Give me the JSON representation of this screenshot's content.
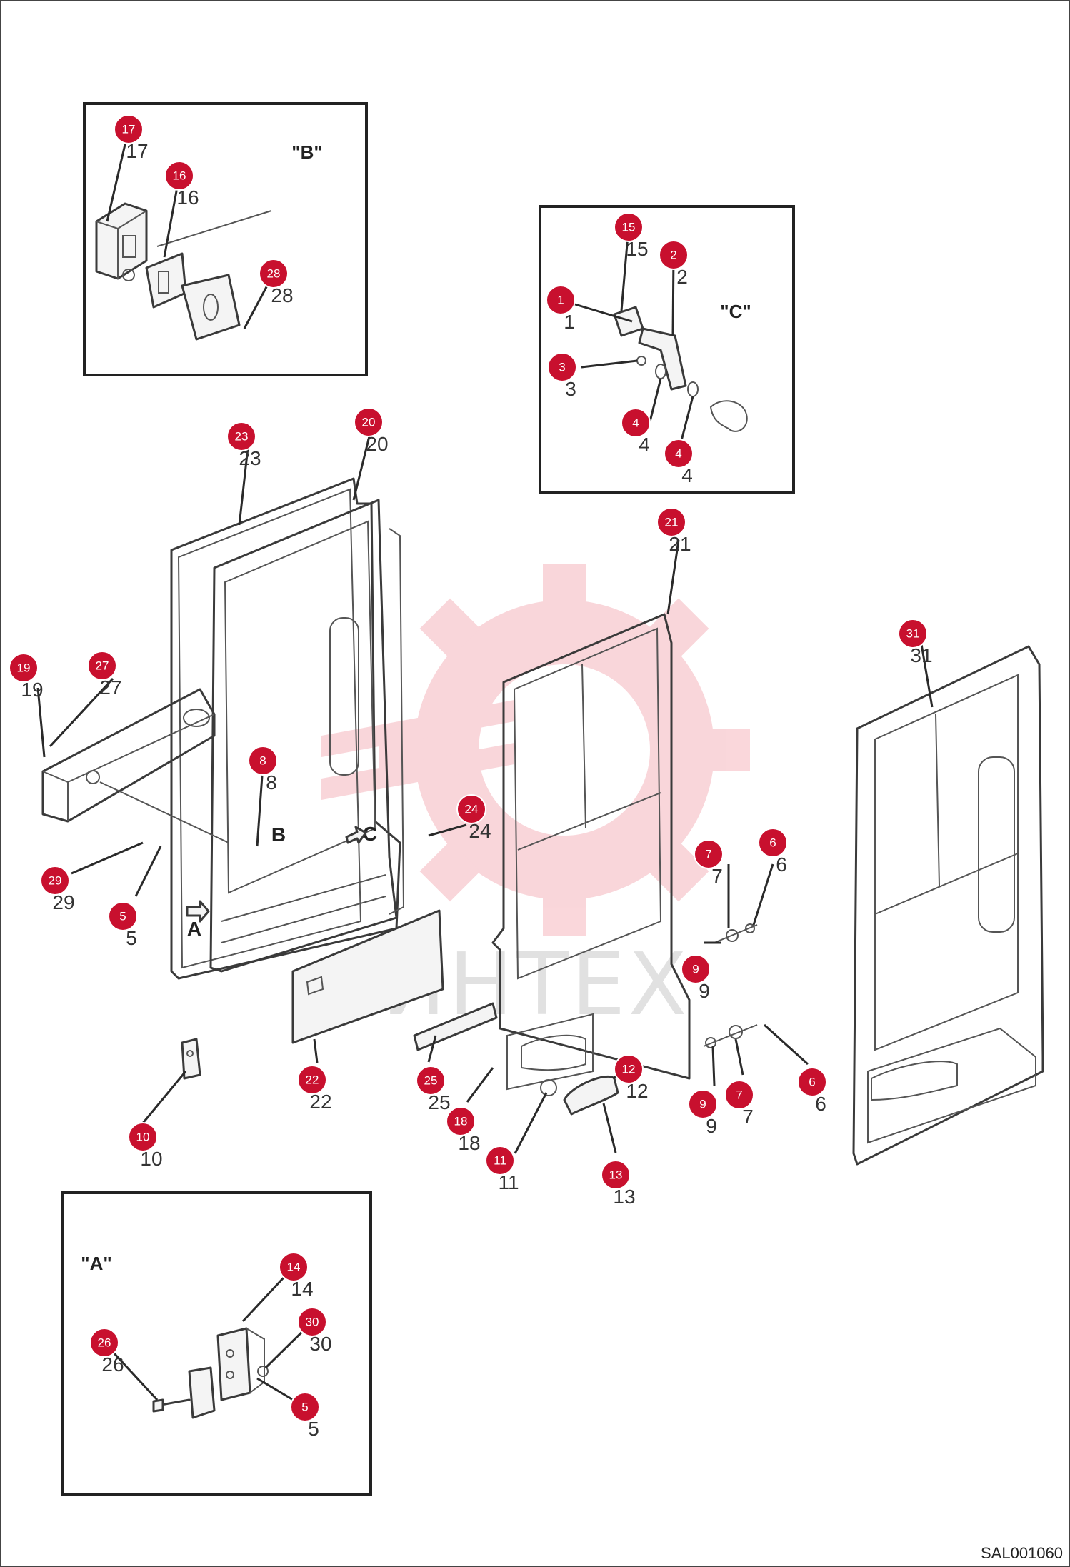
{
  "drawing": {
    "code": "SAL001060",
    "watermark": "ИНТЕХ"
  },
  "views": {
    "A": "\"A\"",
    "B": "\"B\"",
    "C": "\"C\""
  },
  "view_letters": [
    "A",
    "B",
    "C"
  ],
  "callouts": [
    {
      "id": "17",
      "label": "17"
    },
    {
      "id": "16",
      "label": "16"
    },
    {
      "id": "28",
      "label": "28"
    },
    {
      "id": "15",
      "label": "15"
    },
    {
      "id": "2",
      "label": "2"
    },
    {
      "id": "1",
      "label": "1"
    },
    {
      "id": "3",
      "label": "3"
    },
    {
      "id": "4a",
      "label": "4"
    },
    {
      "id": "4b",
      "label": "4"
    },
    {
      "id": "23",
      "label": "23"
    },
    {
      "id": "20",
      "label": "20"
    },
    {
      "id": "21",
      "label": "21"
    },
    {
      "id": "31",
      "label": "31"
    },
    {
      "id": "19",
      "label": "19"
    },
    {
      "id": "27",
      "label": "27"
    },
    {
      "id": "8",
      "label": "8"
    },
    {
      "id": "24",
      "label": "24"
    },
    {
      "id": "29",
      "label": "29"
    },
    {
      "id": "5a",
      "label": "5"
    },
    {
      "id": "7a",
      "label": "7"
    },
    {
      "id": "6a",
      "label": "6"
    },
    {
      "id": "9a",
      "label": "9"
    },
    {
      "id": "22",
      "label": "22"
    },
    {
      "id": "25",
      "label": "25"
    },
    {
      "id": "12",
      "label": "12"
    },
    {
      "id": "9b",
      "label": "9"
    },
    {
      "id": "7b",
      "label": "7"
    },
    {
      "id": "6b",
      "label": "6"
    },
    {
      "id": "18",
      "label": "18"
    },
    {
      "id": "10",
      "label": "10"
    },
    {
      "id": "11",
      "label": "11"
    },
    {
      "id": "13",
      "label": "13"
    },
    {
      "id": "14",
      "label": "14"
    },
    {
      "id": "30",
      "label": "30"
    },
    {
      "id": "26",
      "label": "26"
    },
    {
      "id": "5b",
      "label": "5"
    }
  ]
}
